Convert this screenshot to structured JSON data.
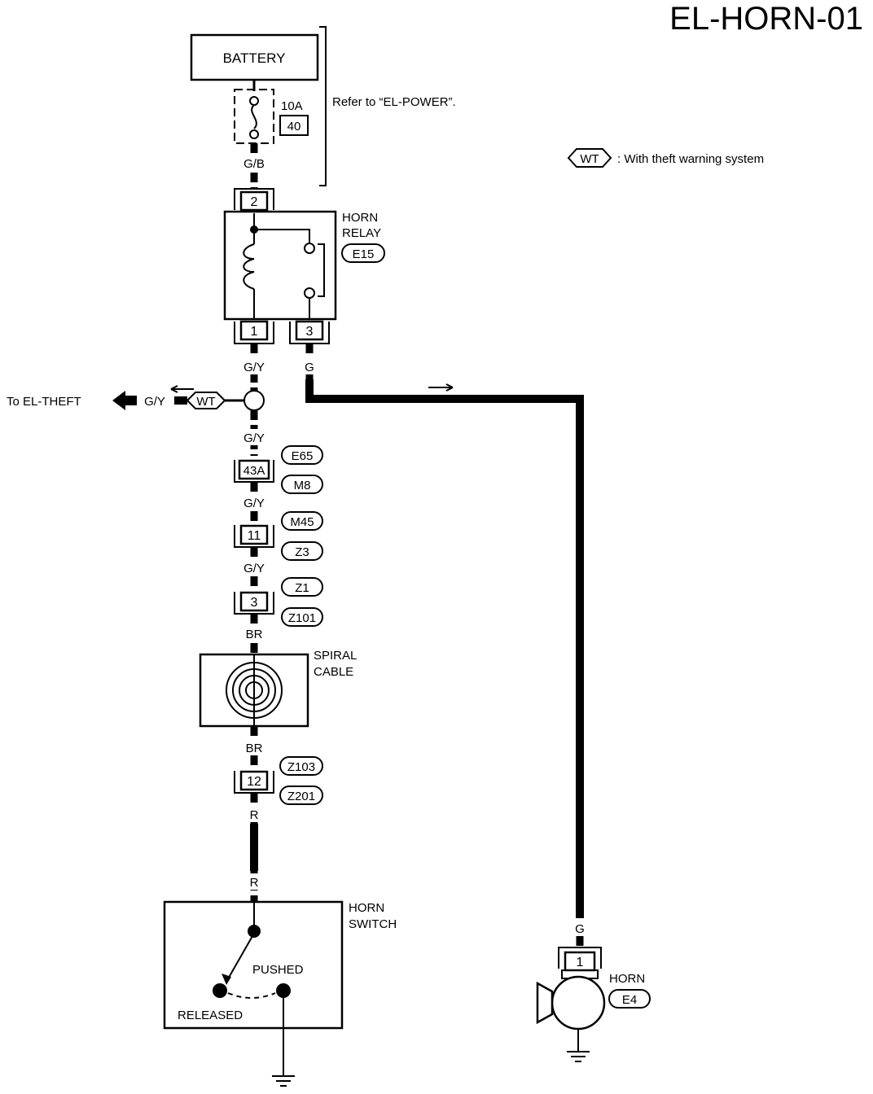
{
  "diagram": {
    "title": "EL-HORN-01",
    "battery_label": "BATTERY",
    "fuse": {
      "rating": "10A",
      "number": "40"
    },
    "refer_text": "Refer to “EL-POWER”.",
    "legend": {
      "badge": "WT",
      "text": ": With theft warning system"
    },
    "horn_relay": {
      "name_line1": "HORN",
      "name_line2": "RELAY",
      "connector": "E15",
      "pin_in": "2",
      "pin_out1": "1",
      "pin_out3": "3"
    },
    "wires": {
      "gb": "G/B",
      "gy_a": "G/Y",
      "g_relay": "G",
      "gy_b": "G/Y",
      "gy_c": "G/Y",
      "gy_d": "G/Y",
      "br_a": "BR",
      "br_b": "BR",
      "r_a": "R",
      "r_b": "R",
      "g_horn": "G"
    },
    "theft_branch": {
      "to_text": "To EL-THEFT",
      "wire": "G/Y",
      "badge": "WT"
    },
    "connectors": [
      {
        "pin": "43A",
        "top": "E65",
        "bottom": "M8"
      },
      {
        "pin": "11",
        "top": "M45",
        "bottom": "Z3"
      },
      {
        "pin": "3",
        "top": "Z1",
        "bottom": "Z101"
      },
      {
        "pin": "12",
        "top": "Z103",
        "bottom": "Z201"
      }
    ],
    "spiral_cable": {
      "line1": "SPIRAL",
      "line2": "CABLE"
    },
    "horn_switch": {
      "line1": "HORN",
      "line2": "SWITCH",
      "pushed": "PUSHED",
      "released": "RELEASED"
    },
    "horn": {
      "name": "HORN",
      "connector": "E4",
      "pin": "1"
    }
  }
}
